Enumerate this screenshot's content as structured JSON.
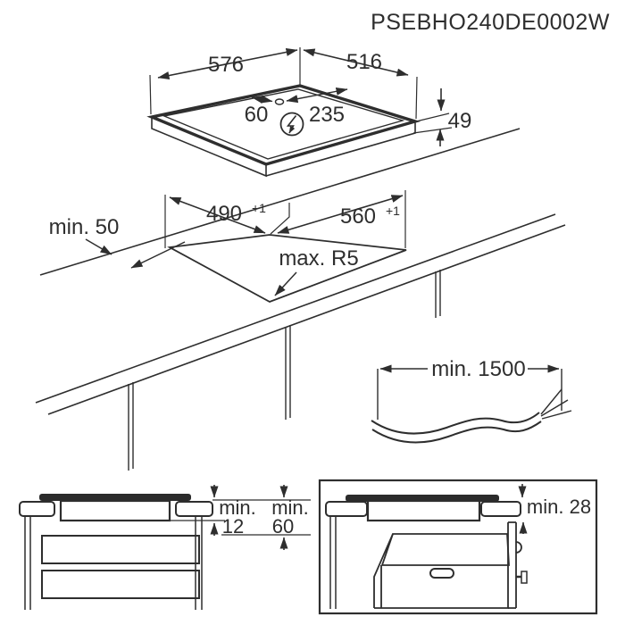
{
  "title": "PSEBHO240DE0002W",
  "colors": {
    "line": "#2e2e2e",
    "glass_fill": "#2b2b2b",
    "background": "#ffffff"
  },
  "hob_view": {
    "width": "576",
    "depth": "516",
    "conn_offset_left": "60",
    "conn_offset_right": "235",
    "height": "49",
    "power_icon": "lightning-in-circle"
  },
  "cutout_view": {
    "depth": "490",
    "depth_tol": "+1",
    "width": "560",
    "width_tol": "+1",
    "min_side_clearance": "min. 50",
    "max_corner_radius": "max. R5"
  },
  "cable_view": {
    "min_length": "min. 1500"
  },
  "drawer_section": {
    "gap1_label": "min.",
    "gap1_value": "12",
    "gap2_label": "min.",
    "gap2_value": "60"
  },
  "oven_section": {
    "worktop_min_thickness": "min. 28"
  }
}
